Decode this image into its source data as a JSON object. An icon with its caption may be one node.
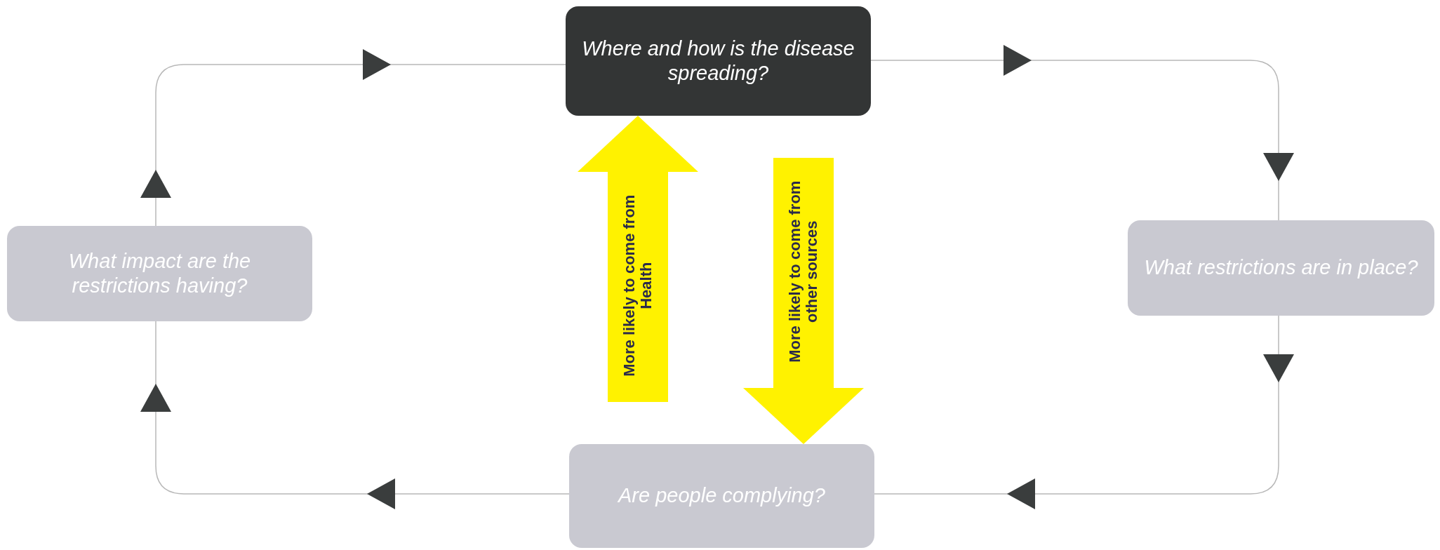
{
  "diagram": {
    "nodes": [
      {
        "text": [
          "Where and how is the disease spreading?"
        ]
      },
      {
        "text": [
          "What restrictions are in place?"
        ]
      },
      {
        "text": [
          "Are people complying?"
        ]
      },
      {
        "text": [
          "What impact are the restrictions having?"
        ]
      }
    ],
    "edges": [
      {
        "from": 0,
        "to": 1,
        "arrow": "to"
      },
      {
        "from": 1,
        "to": 2,
        "arrow": "to"
      },
      {
        "from": 2,
        "to": 3,
        "arrow": "to"
      },
      {
        "from": 3,
        "to": 0,
        "arrow": "to"
      },
      {
        "from": 2,
        "to": 0,
        "arrow": "to",
        "label": "More likely to come from Health",
        "style": "thick",
        "color": "#fff200"
      },
      {
        "from": 0,
        "to": 2,
        "arrow": "to",
        "label": "More likely to come from other sources",
        "style": "thick",
        "color": "#fff200"
      }
    ]
  }
}
